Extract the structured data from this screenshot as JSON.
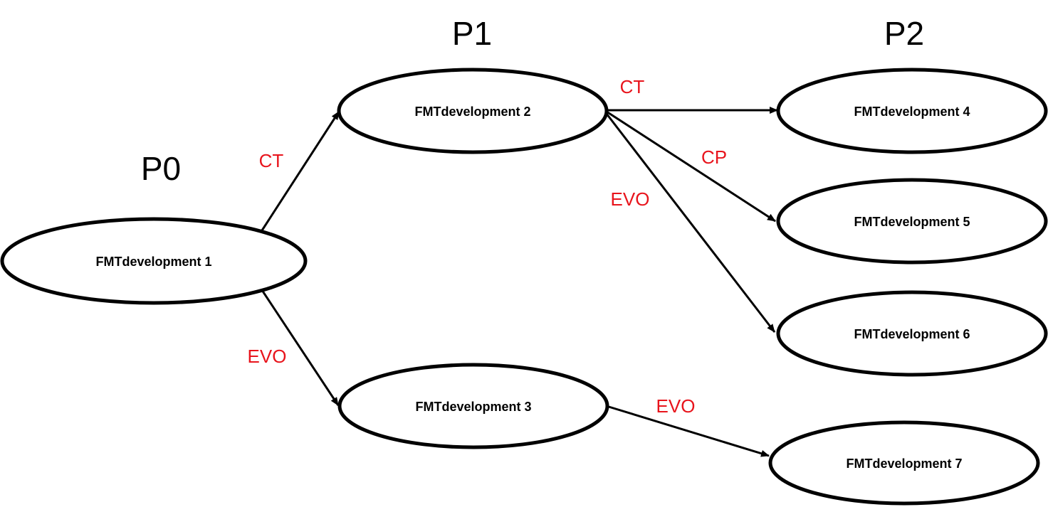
{
  "periods": [
    "P0",
    "P1",
    "P2"
  ],
  "nodes": [
    {
      "label": "FMTdevelopment 1"
    },
    {
      "label": "FMTdevelopment 2"
    },
    {
      "label": "FMTdevelopment 3"
    },
    {
      "label": "FMTdevelopment 4"
    },
    {
      "label": "FMTdevelopment 5"
    },
    {
      "label": "FMTdevelopment 6"
    },
    {
      "label": "FMTdevelopment 7"
    }
  ],
  "edges": [
    {
      "from": "FMTdevelopment 1",
      "to": "FMTdevelopment 2",
      "label": "CT"
    },
    {
      "from": "FMTdevelopment 1",
      "to": "FMTdevelopment 3",
      "label": "EVO"
    },
    {
      "from": "FMTdevelopment 2",
      "to": "FMTdevelopment 4",
      "label": "CT"
    },
    {
      "from": "FMTdevelopment 2",
      "to": "FMTdevelopment 5",
      "label": "CP"
    },
    {
      "from": "FMTdevelopment 2",
      "to": "FMTdevelopment 6",
      "label": "EVO"
    },
    {
      "from": "FMTdevelopment 3",
      "to": "FMTdevelopment 7",
      "label": "EVO"
    }
  ],
  "colors": {
    "node_stroke": "#000000",
    "edge_stroke": "#000000",
    "edge_label": "#e8141c",
    "text": "#000000"
  }
}
